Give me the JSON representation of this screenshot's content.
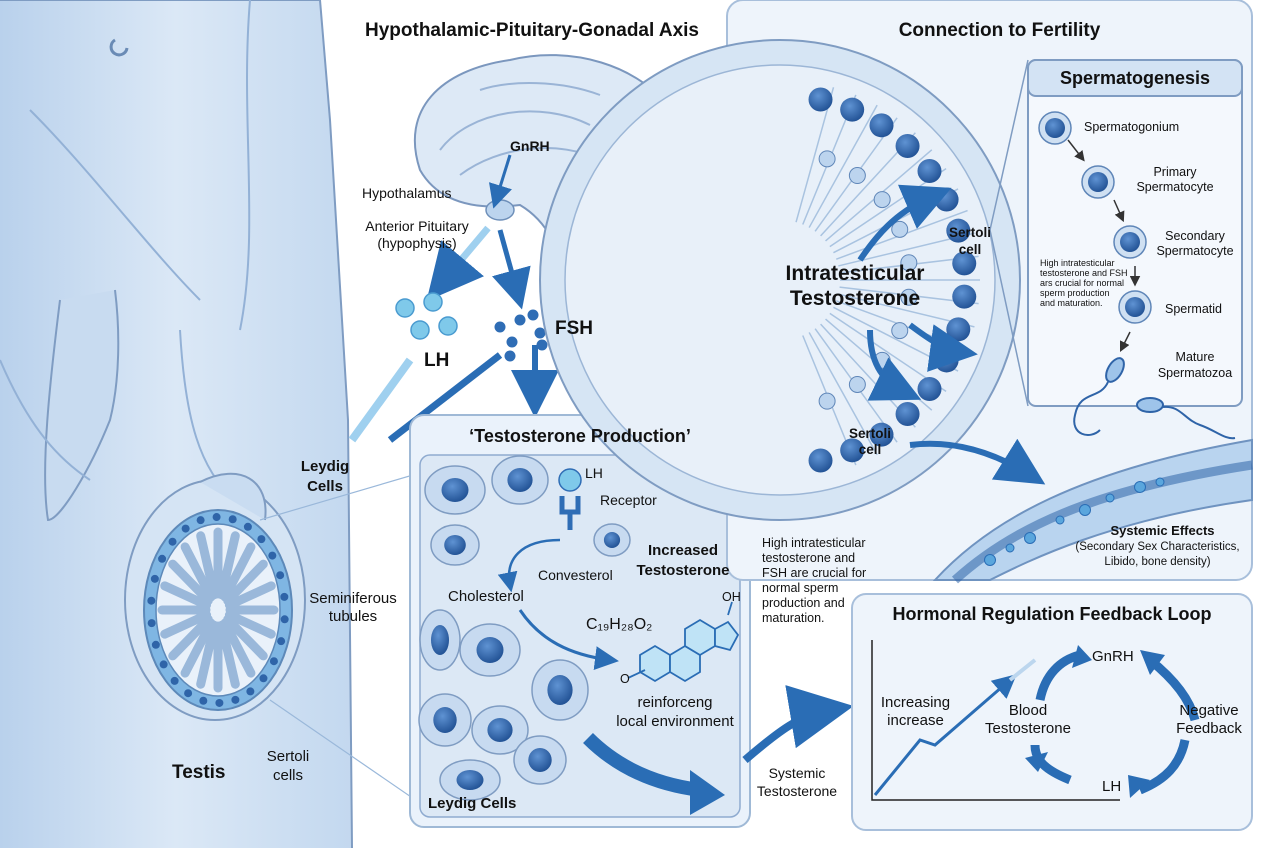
{
  "hpg": {
    "title": "Hypothalamic-Pituitary-Gonadal Axis",
    "gnrh": "GnRH",
    "hypothalamus": "Hypothalamus",
    "pituitary_1": "Anterior Pituitary",
    "pituitary_2": "(hypophysis)",
    "lh": "LH",
    "fsh": "FSH"
  },
  "body": {
    "leydig_1": "Leydig",
    "leydig_2": "Cells",
    "semi_1": "Seminiferous",
    "semi_2": "tubules",
    "sertoli_1": "Sertoli",
    "sertoli_2": "cells",
    "testis": "Testis"
  },
  "production": {
    "title": "‘Testosterone Production’",
    "lh": "LH",
    "receptor": "Receptor",
    "increased_1": "Increased",
    "increased_2": "Testosterone",
    "convesterol": "Convesterol",
    "cholesterol": "Cholesterol",
    "formula": "C₁₉H₂₈O₂",
    "oh": "OH",
    "o": "O",
    "reinf_1": "reinforceng",
    "reinf_2": "local environment",
    "leydig": "Leydig Cells"
  },
  "fertility": {
    "title": "Connection to Fertility",
    "intra_1": "Intratesticular",
    "intra_2": "Testosterone",
    "sertoli_top_1": "Sertoli",
    "sertoli_top_2": "cell",
    "sertoli_bot_1": "Sertoli",
    "sertoli_bot_2": "cell",
    "spermatogenesis": {
      "title": "Spermatogenesis",
      "stage_1": "Spermatogonium",
      "stage_2_a": "Primary",
      "stage_2_b": "Spermatocyte",
      "stage_3_a": "Secondary",
      "stage_3_b": "Spermatocyte",
      "stage_4": "Spermatid",
      "stage_5_a": "Mature",
      "stage_5_b": "Spermatozoa",
      "note_1": "High intratesticular",
      "note_2": "testosterone and FSH",
      "note_3": "ars crucial for normal",
      "note_4": "sperm production",
      "note_5": "and maturation."
    },
    "systemic_title": "Systemic Effects",
    "systemic_1": "(Secondary Sex Characteristics,",
    "systemic_2": "Libido, bone density)"
  },
  "middle_note": {
    "line_1": "High intratesticular",
    "line_2": "testosterone and",
    "line_3": "FSH are crucial for",
    "line_4": "normal sperm",
    "line_5": "production and",
    "line_6": "maturation."
  },
  "systemic_testosterone_1": "Systemic",
  "systemic_testosterone_2": "Testosterone",
  "feedback": {
    "title": "Hormonal Regulation Feedback Loop",
    "increasing_1": "Increasing",
    "increasing_2": "increase",
    "blood_1": "Blood",
    "blood_2": "Testosterone",
    "gnrh": "GnRH",
    "lh": "LH",
    "negative_1": "Negative",
    "negative_2": "Feedback"
  },
  "colors": {
    "skin": "#cfe0f2",
    "panel_bg": "#eaf2fb",
    "panel_border": "#9fb9d6",
    "cell_blue": "#2f64a8",
    "arrow_blue": "#2a6db5",
    "light_arrow": "#9fd0ef",
    "hormone_lh": "#7fc9ea",
    "hormone_fsh": "#2f6db5"
  }
}
